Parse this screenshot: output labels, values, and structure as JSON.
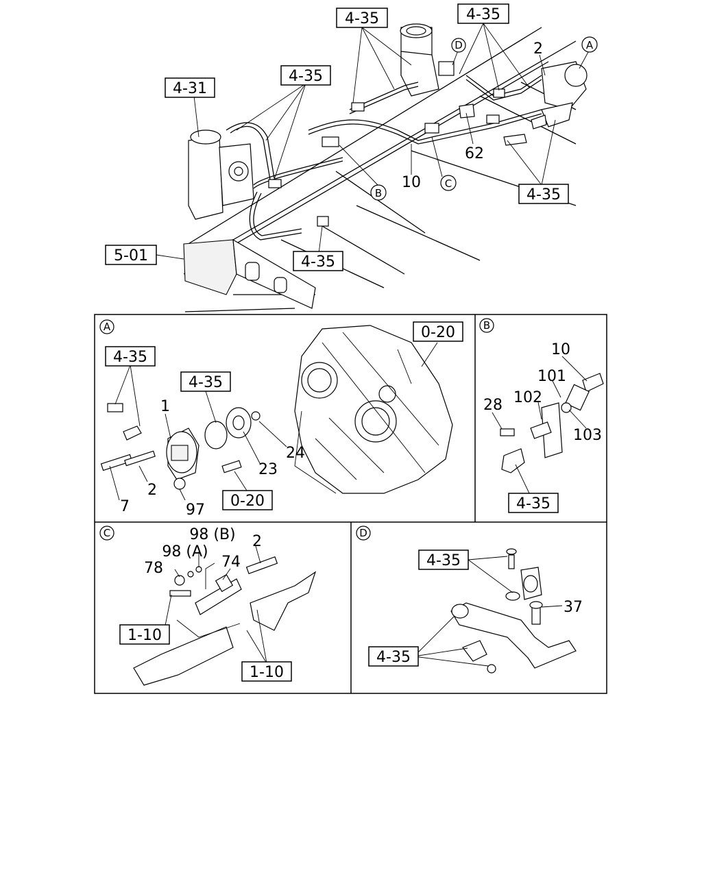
{
  "title": "",
  "ref_boxes": {
    "top_435_a": "4-35",
    "top_435_b": "4-35",
    "top_431": "4-31",
    "top_435_c": "4-35",
    "top_435_d": "4-35",
    "top_501": "5-01",
    "top_435_e": "4-35",
    "a_435_a": "4-35",
    "a_435_b": "4-35",
    "a_020_a": "0-20",
    "a_020_b": "0-20",
    "b_435": "4-35",
    "c_110_a": "1-10",
    "c_110_b": "1-10",
    "d_435_a": "4-35",
    "d_435_b": "4-35"
  },
  "circle_labels": {
    "top_a": "A",
    "top_b": "B",
    "top_c": "C",
    "top_d": "D",
    "panel_a": "A",
    "panel_b": "B",
    "panel_c": "C",
    "panel_d": "D"
  },
  "part_numbers": {
    "top_2": "2",
    "top_62": "62",
    "top_10": "10",
    "a_1": "1",
    "a_2": "2",
    "a_7": "7",
    "a_97": "97",
    "a_23": "23",
    "a_24": "24",
    "b_10": "10",
    "b_101": "101",
    "b_102": "102",
    "b_28": "28",
    "b_103": "103",
    "c_98b": "98 (B)",
    "c_98a": "98 (A)",
    "c_2": "2",
    "c_78": "78",
    "c_74": "74",
    "d_37": "37"
  }
}
